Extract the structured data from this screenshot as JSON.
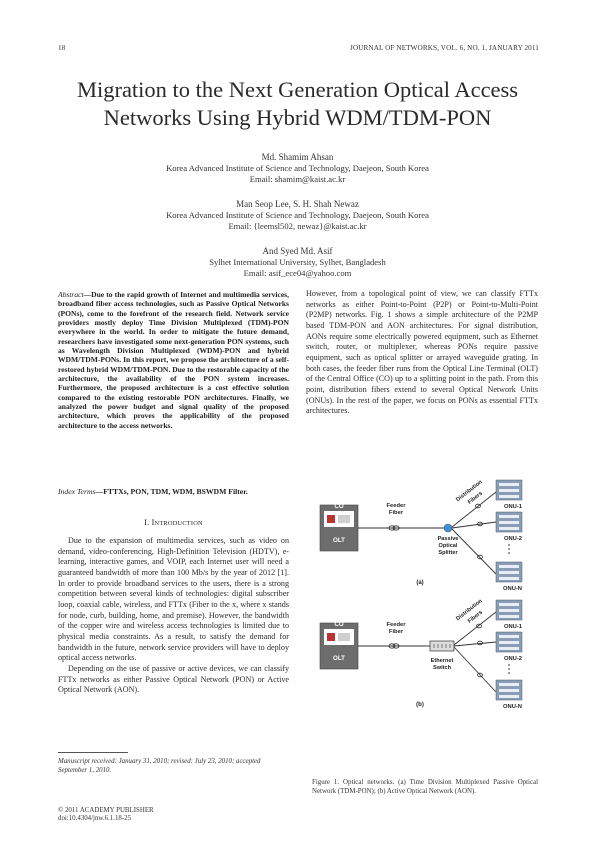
{
  "header": {
    "page_number": "18",
    "journal": "JOURNAL OF NETWORKS, VOL. 6, NO. 1, JANUARY 2011"
  },
  "title": {
    "line1": "Migration to the Next Generation Optical Access",
    "line2": "Networks Using Hybrid WDM/TDM-PON"
  },
  "authors": [
    {
      "name": "Md. Shamim Ahsan",
      "affiliation": "Korea Advanced Institute of Science and Technology, Daejeon, South Korea",
      "email": "Email: shamim@kaist.ac.kr"
    },
    {
      "name": "Man Seop Lee, S. H. Shah Newaz",
      "affiliation": "Korea Advanced Institute of Science and Technology, Daejeon, South Korea",
      "email": "Email: {leemsl502, newaz}@kaist.ac.kr"
    },
    {
      "name": "And Syed Md. Asif",
      "affiliation": "Sylhet International University, Sylhet, Bangladesh",
      "email": "Email: asif_ece04@yahoo.com"
    }
  ],
  "abstract": {
    "lead": "Abstract",
    "text": "—Due to the rapid growth of Internet and multimedia services, broadband fiber access technologies, such as Passive Optical Networks (PONs), come to the forefront of the research field. Network service providers mostly deploy Time Division Multiplexed (TDM)-PON everywhere in the world. In order to mitigate the future demand, researchers have investigated some next-generation PON systems, such as Wavelength Division Multiplexed (WDM)-PON and hybrid WDM/TDM-PONs. In this report, we propose the architecture of a self-restored hybrid WDM/TDM-PON. Due to the restorable capacity of the architecture, the availability of the PON system increases. Furthermore, the proposed architecture is a cost effective solution compared to the existing restorable PON architectures. Finally, we analyzed the power budget and signal quality of the proposed architecture, which proves the applicability of the proposed architecture to the access networks."
  },
  "index_terms": {
    "lead": "Index Terms",
    "text": "—FTTXs, PON, TDM, WDM, BSWDM Filter."
  },
  "section": {
    "number": "I. ",
    "title_cap": "I",
    "title_rest": "NTRODUCTION"
  },
  "body_left": [
    "Due to the expansion of multimedia services, such as video on demand, video-conferencing, High-Definition Television (HDTV), e-learning, interactive games, and VOIP, each Internet user will need a guaranteed bandwidth of more than 100 Mb/s by the year of 2012 [1]. In order to provide broadband services to the users, there is a strong competition between several kinds of technologies: digital subscriber loop, coaxial cable, wireless, and FTTx (Fiber to the x, where x stands for node, curb, building, home, and premise). However, the bandwidth of the copper wire and wireless access technologies is limited due to physical media constraints. As a result, to satisfy the demand for bandwidth in the future, network service providers will have to deploy optical access networks.",
    "Depending on the use of passive or active devices, we can classify FTTx networks as either Passive Optical Network (PON) or Active Optical Network (AON)."
  ],
  "body_right": "However, from a topological point of view, we can classify FTTx networks as either Point-to-Point (P2P) or Point-to-Multi-Point (P2MP) networks. Fig. 1 shows a simple architecture of the P2MP based TDM-PON and AON architectures. For signal distribution, AONs require some electrically powered equipment, such as Ethernet switch, router, or multiplexer, whereas PONs require passive equipment, such as optical splitter or arrayed waveguide grating. In both cases, the feeder fiber runs from the Optical Line Terminal (OLT) of the Central Office (CO) up to a splitting point in the path. From this point, distribution fibers extend to several Optical Network Units (ONUs). In the rest of the paper, we focus on PONs as essential FTTx architectures.",
  "figure": {
    "co": "CO",
    "olt": "OLT",
    "feeder": "Feeder",
    "fiber": "Fiber",
    "distribution": "Distribution",
    "fibers": "Fibers",
    "passive": "Passive",
    "optical": "Optical",
    "splitter": "Splitter",
    "ethernet": "Ethernet",
    "switch": "Switch",
    "onu1": "ONU-1",
    "onu2": "ONU-2",
    "onun": "ONU-N",
    "label_a": "(a)",
    "label_b": "(b)"
  },
  "caption": "Figure 1. Optical networks. (a) Time Division Multiplexed Passive Optical Network (TDM-PON); (b) Active Optical Network (AON).",
  "footnote": "Manuscript received: January 31, 2010; revised: July 23, 2010; accepted September 1, 2010.",
  "publisher": {
    "line1": "© 2011 ACADEMY PUBLISHER",
    "line2": "doi:10.4304/jnw.6.1.18-25"
  },
  "colors": {
    "fiber_line": "#333333",
    "co_box": "#7a7a7a",
    "splitter": "#4a90c8",
    "onu_building": "#8a9db5"
  }
}
